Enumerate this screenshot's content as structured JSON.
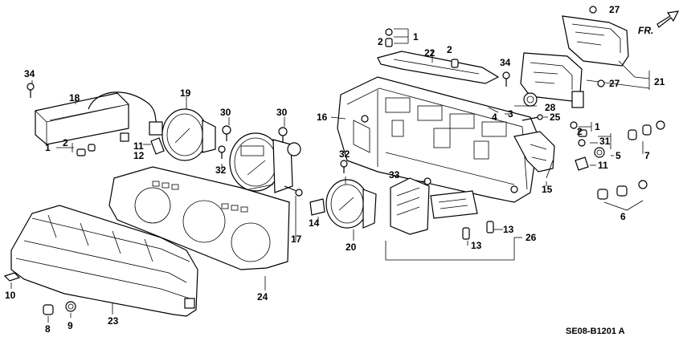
{
  "diagram": {
    "code": "SE08-B1201 A",
    "front_marker": "FR.",
    "callouts": [
      {
        "id": "c1a",
        "text": "1"
      },
      {
        "id": "c2a",
        "text": "2"
      },
      {
        "id": "c2b",
        "text": "2"
      },
      {
        "id": "c34a",
        "text": "34"
      },
      {
        "id": "c22",
        "text": "22"
      },
      {
        "id": "c34b",
        "text": "34"
      },
      {
        "id": "c27a",
        "text": "27"
      },
      {
        "id": "c27b",
        "text": "27"
      },
      {
        "id": "c21",
        "text": "21"
      },
      {
        "id": "c18",
        "text": "18"
      },
      {
        "id": "c19",
        "text": "19"
      },
      {
        "id": "c30a",
        "text": "30"
      },
      {
        "id": "c30b",
        "text": "30"
      },
      {
        "id": "c16",
        "text": "16"
      },
      {
        "id": "c28",
        "text": "28"
      },
      {
        "id": "c4",
        "text": "4"
      },
      {
        "id": "c3",
        "text": "3"
      },
      {
        "id": "c25",
        "text": "25"
      },
      {
        "id": "c1b",
        "text": "1"
      },
      {
        "id": "c2c",
        "text": "2"
      },
      {
        "id": "c1c",
        "text": "1"
      },
      {
        "id": "c2d",
        "text": "2"
      },
      {
        "id": "c11a",
        "text": "11"
      },
      {
        "id": "c12",
        "text": "12"
      },
      {
        "id": "c32a",
        "text": "32"
      },
      {
        "id": "c7",
        "text": "7"
      },
      {
        "id": "c31",
        "text": "31"
      },
      {
        "id": "c5",
        "text": "5"
      },
      {
        "id": "c11b",
        "text": "11"
      },
      {
        "id": "c32b",
        "text": "32"
      },
      {
        "id": "c33",
        "text": "33"
      },
      {
        "id": "c15",
        "text": "15"
      },
      {
        "id": "c6",
        "text": "6"
      },
      {
        "id": "c14",
        "text": "14"
      },
      {
        "id": "c17",
        "text": "17"
      },
      {
        "id": "c13a",
        "text": "13"
      },
      {
        "id": "c13b",
        "text": "13"
      },
      {
        "id": "c26",
        "text": "26"
      },
      {
        "id": "c20",
        "text": "20"
      },
      {
        "id": "c24",
        "text": "24"
      },
      {
        "id": "c10",
        "text": "10"
      },
      {
        "id": "c8",
        "text": "8"
      },
      {
        "id": "c9",
        "text": "9"
      },
      {
        "id": "c23",
        "text": "23"
      }
    ]
  }
}
